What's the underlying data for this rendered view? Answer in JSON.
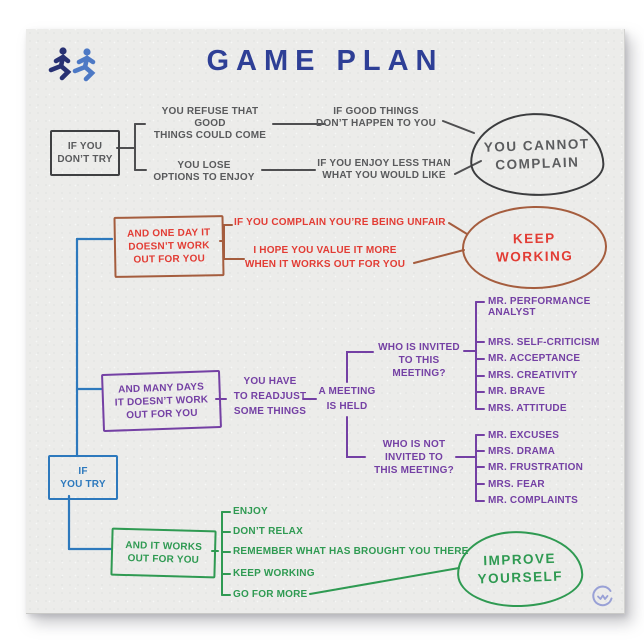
{
  "title": "GAME PLAN",
  "colors": {
    "title_navy": "#2e3f96",
    "gray": "#595a5c",
    "red": "#e23c34",
    "brown_outline": "#a55d3e",
    "purple": "#7440a4",
    "blue": "#2d79bd",
    "green": "#2f9a52",
    "paper": "#ececea"
  },
  "icons": {
    "top_left": "two-runners-icon",
    "bottom_right": "circle-squiggle-watermark"
  },
  "dont_try": {
    "root": "IF YOU\nDON’T TRY",
    "cause1": "YOU REFUSE THAT GOOD\nTHINGS COULD COME",
    "effect1": "IF GOOD THINGS\nDON’T HAPPEN TO YOU",
    "cause2": "YOU LOSE\nOPTIONS TO ENJOY",
    "effect2": "IF YOU ENJOY LESS THAN\nWHAT YOU WOULD LIKE",
    "result": "YOU CANNOT\nCOMPLAIN"
  },
  "one_day": {
    "box": "AND ONE DAY IT\nDOESN’T WORK\nOUT FOR YOU",
    "note1": "IF YOU COMPLAIN YOU’RE BEING UNFAIR",
    "note2": "I HOPE YOU VALUE IT MORE\nWHEN IT WORKS OUT FOR YOU",
    "result": "KEEP\nWORKING"
  },
  "many_days": {
    "box": "AND MANY DAYS\nIT DOESN’T WORK\nOUT FOR YOU",
    "readjust": "YOU HAVE\nTO READJUST\nSOME THINGS",
    "meeting": "A MEETING\nIS HELD",
    "invited_question": "WHO IS INVITED\nTO THIS MEETING?",
    "invited": [
      "MR. PERFORMANCE\nANALYST",
      "MRS. SELF-CRITICISM",
      "MR. ACCEPTANCE",
      "MRS. CREATIVITY",
      "MR. BRAVE",
      "MRS. ATTITUDE"
    ],
    "not_invited_question": "WHO IS NOT\nINVITED TO\nTHIS MEETING?",
    "not_invited": [
      "MR. EXCUSES",
      "MRS. DRAMA",
      "MR. FRUSTRATION",
      "MRS. FEAR",
      "MR. COMPLAINTS"
    ]
  },
  "try": {
    "root": "IF\nYOU TRY"
  },
  "works_out": {
    "box": "AND IT WORKS\nOUT FOR YOU",
    "items": [
      "ENJOY",
      "DON’T RELAX",
      "REMEMBER WHAT HAS BROUGHT YOU THERE",
      "KEEP WORKING",
      "GO FOR MORE"
    ],
    "result": "IMPROVE\nYOURSELF"
  }
}
